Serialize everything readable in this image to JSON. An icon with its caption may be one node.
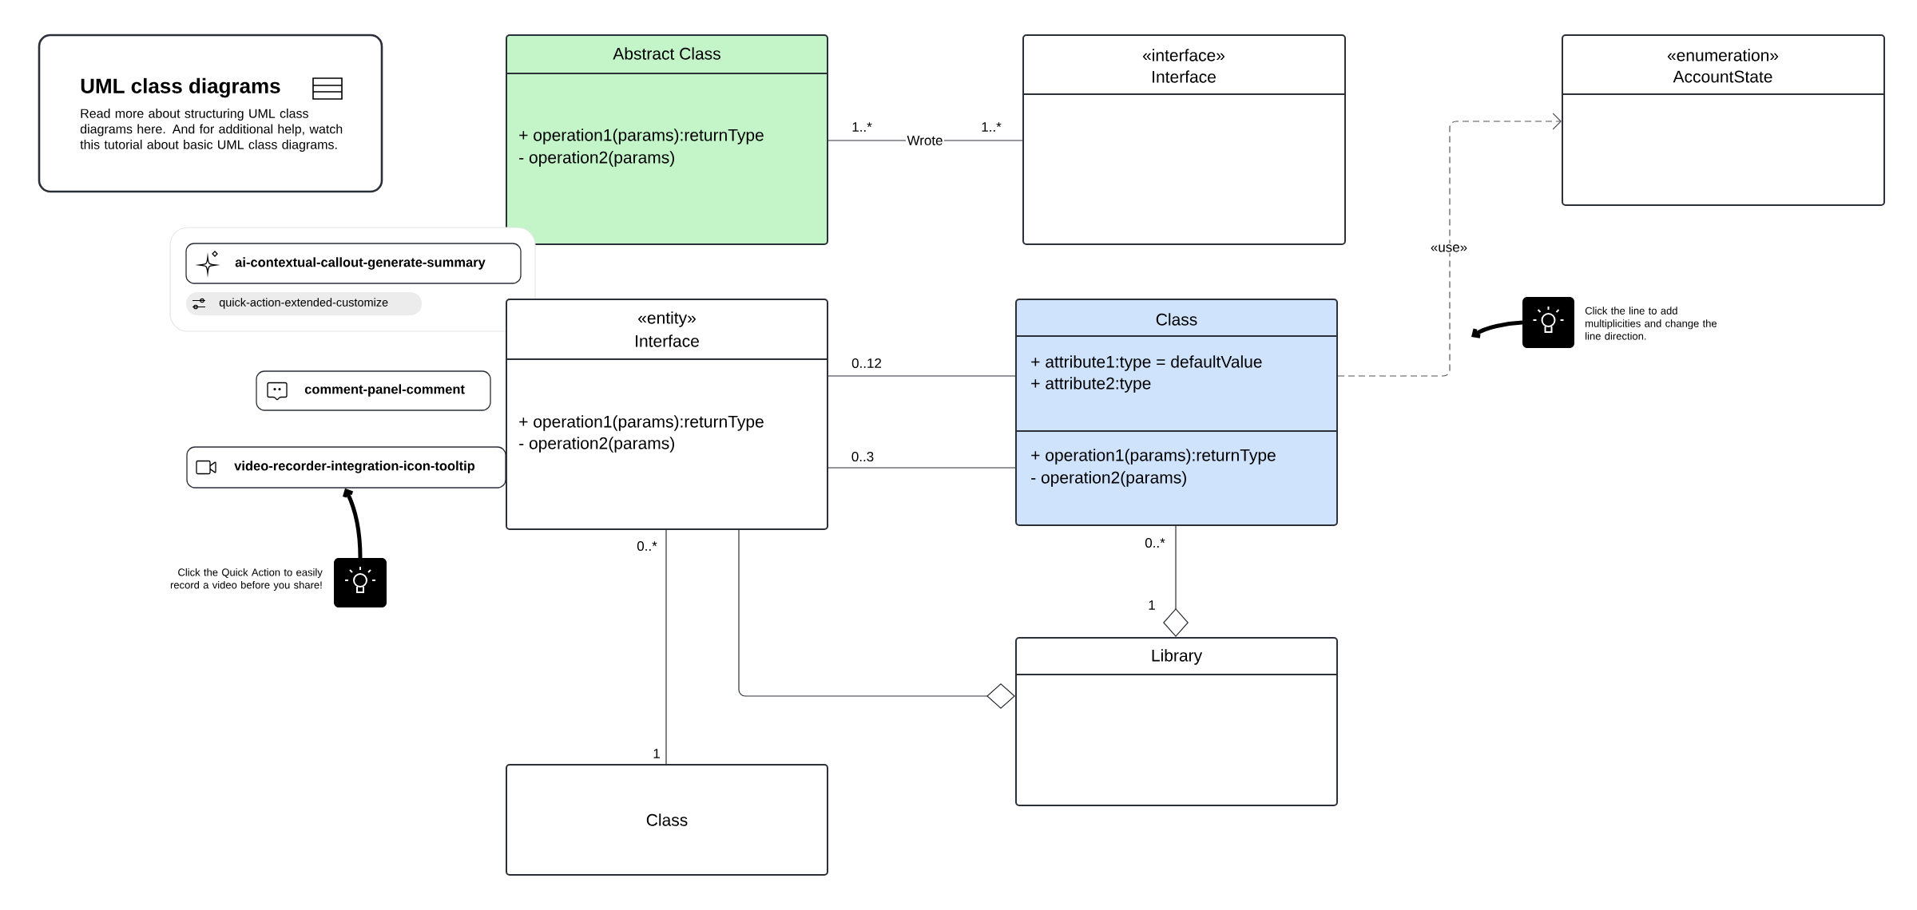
{
  "diagram": {
    "nodes": [
      {
        "text": [
          "UML class diagrams",
          "Read more about structuring UML class diagrams here. And for additional help, watch this tutorial about basic UML class diagrams."
        ]
      },
      {
        "text": [
          "Abstract Class",
          "+ operation1(params):returnType",
          "- operation2(params)"
        ]
      },
      {
        "text": [
          "«interface»",
          "Interface"
        ]
      },
      {
        "text": [
          "«enumeration»",
          "AccountState"
        ]
      },
      {
        "text": [],
        "shape": "box"
      },
      {
        "text": [
          "ai-contextual-callout-generate-summary"
        ],
        "in": 4
      },
      {
        "text": [
          "quick-action-extended-customize"
        ],
        "in": 4
      },
      {
        "text": [
          "«entity»",
          "Interface",
          "+ operation1(params):returnType",
          "- operation2(params)"
        ]
      },
      {
        "text": [
          "comment-panel-comment"
        ]
      },
      {
        "text": [
          "video-recorder-integration-icon-tooltip"
        ]
      },
      {
        "text": [
          "Class",
          "+ attribute1:type = defaultValue",
          "+ attribute2:type",
          "+ operation1(params):returnType",
          "- operation2(params)"
        ]
      },
      {
        "text": [
          "Library"
        ]
      },
      {
        "text": [
          "Class"
        ]
      },
      {
        "text": [],
        "shape": "box",
        "beside": [
          "Click the Quick Action to easily record a video before you share!"
        ]
      },
      {
        "text": [],
        "shape": "box",
        "beside": [
          "Click the line to add multiplicities and change the line direction."
        ]
      }
    ],
    "edges": [
      {
        "from": 1,
        "to": 2,
        "arrow": "none",
        "label": "Wrote"
      },
      {
        "from": 7,
        "to": 10,
        "arrow": "none"
      },
      {
        "from": 7,
        "to": 10,
        "arrow": "none"
      },
      {
        "from": 10,
        "to": 3,
        "arrow": "to",
        "style": "dashed",
        "label": "«use»"
      },
      {
        "from": 7,
        "to": 12,
        "arrow": "none"
      },
      {
        "from": 7,
        "to": 11,
        "arrow": "other"
      },
      {
        "from": 10,
        "to": 11,
        "arrow": "other"
      },
      {
        "from": 13,
        "to": 9,
        "arrow": "to",
        "style": "thick"
      },
      {
        "from": 14,
        "to": null,
        "arrow": "to",
        "style": "thick"
      }
    ],
    "labels": [
      "1..*",
      "1..*",
      "0..12",
      "0..3",
      "0..*",
      "1",
      "0..*",
      "1"
    ]
  }
}
